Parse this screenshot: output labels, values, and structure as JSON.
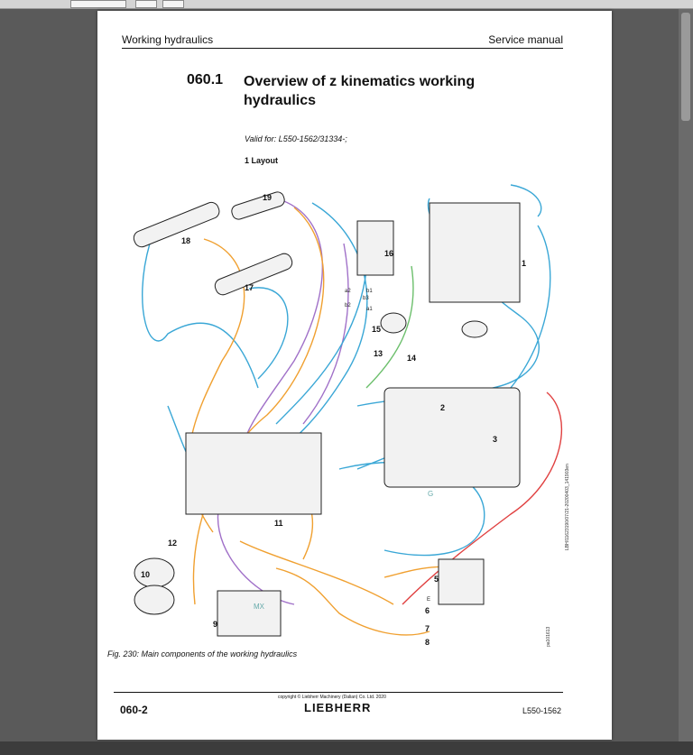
{
  "header": {
    "left": "Working hydraulics",
    "right": "Service manual"
  },
  "section": {
    "number": "060.1",
    "title": "Overview of z kinematics working hydraulics"
  },
  "valid_for": "Valid for: L550-1562/31334-;",
  "layout_heading": "1 Layout",
  "figure": {
    "caption": "Fig. 230: Main components of the working hydraulics",
    "callouts": [
      "1",
      "2",
      "3",
      "5",
      "6",
      "7",
      "8",
      "9",
      "10",
      "11",
      "12",
      "13",
      "14",
      "15",
      "16",
      "17",
      "18",
      "19"
    ],
    "port_labels": [
      "MX",
      "G",
      "E",
      "a2",
      "a1",
      "b2",
      "b1",
      "b3"
    ],
    "hose_colors": {
      "blue": "#3aa7d6",
      "orange": "#f0a030",
      "purple": "#a070c8",
      "green": "#6cbf6c",
      "red": "#e04040"
    }
  },
  "side": {
    "code": "LBH/11623190/07/21-20200403_141903en",
    "id": "pa101613"
  },
  "footer": {
    "page_number": "060-2",
    "copyright": "copyright © Liebherr Machinery (Dalian) Co. Ltd. 2020",
    "brand": "LIEBHERR",
    "model": "L550-1562"
  }
}
